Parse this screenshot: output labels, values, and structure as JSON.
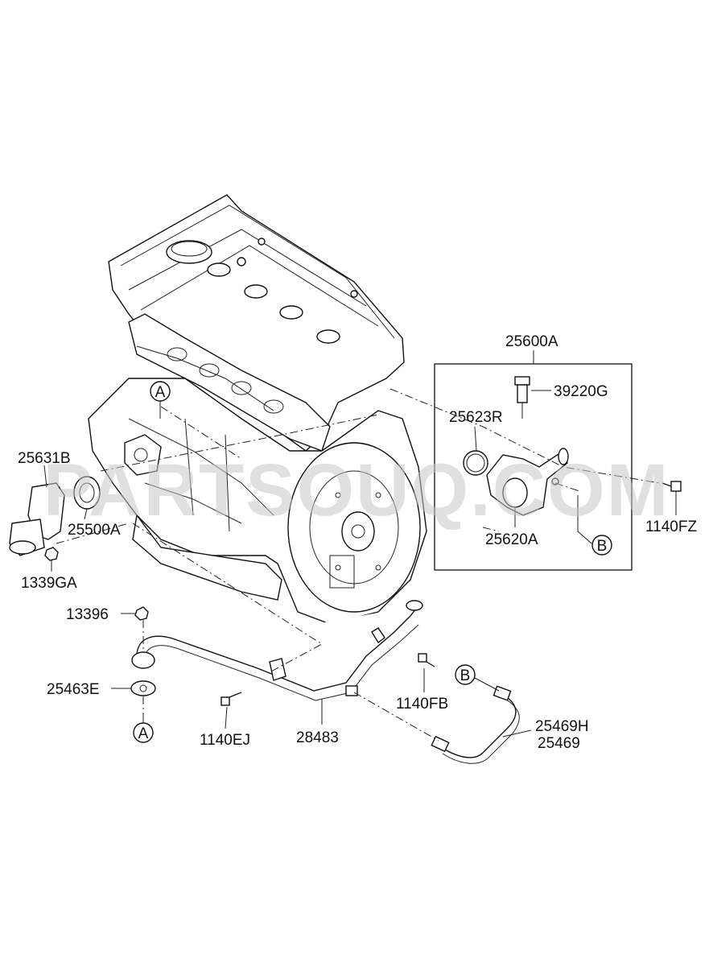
{
  "watermark": "PARTSOUQ.COM",
  "callouts": {
    "A_top": "A",
    "A_bottom": "A",
    "B_right": "B",
    "B_bottom": "B"
  },
  "labels": {
    "p25600A": "25600A",
    "p39220G": "39220G",
    "p25623R": "25623R",
    "p25631B": "25631B",
    "p25500A": "25500A",
    "p1339GA": "1339GA",
    "p25620A": "25620A",
    "p1140FZ": "1140FZ",
    "p13396": "13396",
    "p25463E": "25463E",
    "p1140FB": "1140FB",
    "p1140EJ": "1140EJ",
    "p28483": "28483",
    "p25469H": "25469H",
    "p25469": "25469"
  },
  "colors": {
    "line": "#111111",
    "watermark": "#c8c8c8",
    "background": "#ffffff"
  }
}
